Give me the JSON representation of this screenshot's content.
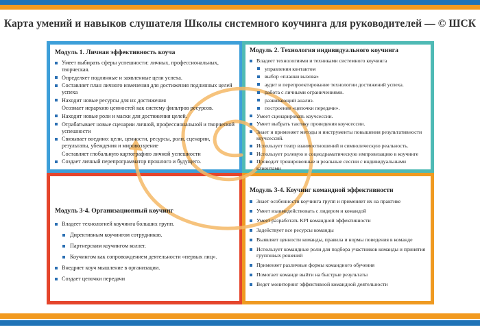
{
  "title": "Карта умений и навыков слушателя Школы системного коучинга для руководителей — © ШСК",
  "colors": {
    "blue": "#1f73b7",
    "orange": "#f29a1f",
    "panel1": "#3d9fd9",
    "panel2": "#4fbab5",
    "panel3": "#e5452c",
    "panel4": "#ef9a21",
    "spiral": "#f4b866"
  },
  "module1": {
    "title": "Модуль 1. Личная эффективность коуча",
    "items": [
      "Умеет выбирать сферы успешности: личных, профессиональных, творческая.",
      "Определяет подлинные и заявленные цели успеха.",
      "Составляет план личного изменения для достижения подлинных целей успеха",
      "Находит новые ресурсы для их достижения",
      "Осознает иерархию ценностей как систему фильтров ресурсов.",
      "Находит новые роли и маски для достижения целей.",
      "Отрабатывает новые сценарии личной, профессиональной и творческой успешности",
      "Связывает воедино: цели, ценности, ресурсы, роли, сценарии, результаты, убеждения и мировоззрение",
      "Составляет глобальную картографию личной успешности",
      "Создает личный перепрограмматор прошлого и будущего."
    ]
  },
  "module2": {
    "title": "Модуль 2. Технология индивидуального коучинга",
    "items": [
      "Владеет технологиями и техниками системного коучинга",
      "управления контактом",
      "выбор «планки вызова»",
      "аудит и перепроектирование технологии достижений успеха.",
      "работа с личными ограничениями.",
      "развивающий анализ.",
      "построение «цепочки передачи».",
      "Умеет сценарировать коучсессии.",
      "Умеет выбрать тактику проведения коучсессии.",
      "Знает и применяет методы и инструменты повышения результативности коучсессий.",
      "Использует театр взаимоотношений и символическую реальность.",
      "Использует ролевую и социодраматическую импровизацию в коучинге",
      "Проводит тренировочные и реальные сессии с индивидуальными клиентами"
    ]
  },
  "module3": {
    "title": "Модуль 3-4. Организационный коучинг",
    "items": [
      "Владеет технологией коучинга больших групп.",
      "Директивным коучингом сотрудников.",
      "Партнерским коучингом коллег.",
      "Коучингом как сопровождением деятельности «первых лиц».",
      "Внедряет коуч мышление в организации.",
      "Создает цепочки передачи"
    ]
  },
  "module4": {
    "title": "Модуль 3-4. Коучинг командной эффективности",
    "items": [
      "Знает особенности коучинга групп и применяет их на практике",
      "Умеет взаимодействовать с лидером и командой",
      "Умеет разработать KPI командной эффективности",
      "Задействует все ресурсы команды",
      "Выявляет ценности команды, правила и нормы поведения в команде",
      "Использует командные роли для подбора участников команды и принятия групповых решений",
      "Применяет различные формы командного обучения",
      "Помогает команде выйти на быстрые результаты",
      "Ведет мониторинг эффективной командной деятельности"
    ]
  }
}
